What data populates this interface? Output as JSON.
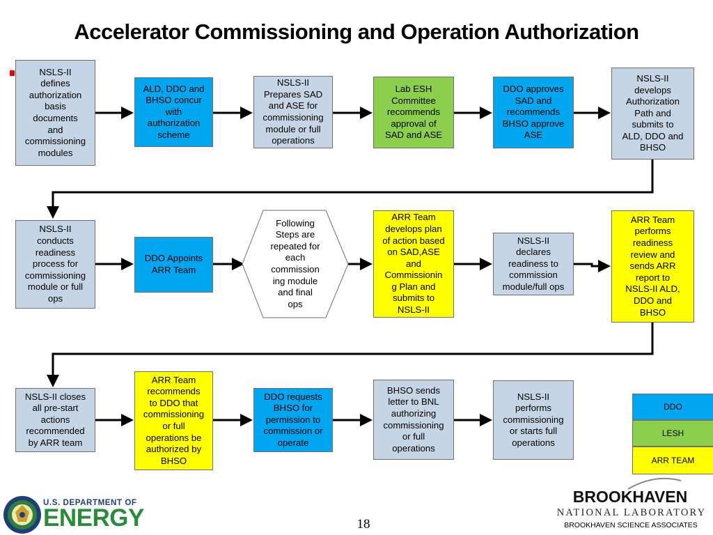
{
  "title": "Accelerator Commissioning and Operation Authorization",
  "colors": {
    "gray": "#c6d5e5",
    "blue": "#00a6ef",
    "green": "#8ccf4c",
    "yellow": "#ffff00",
    "bullet": "#e00000"
  },
  "row1": [
    {
      "text": "NSLS-II\ndefines\nauthorization\nbasis\ndocuments\nand\ncommissioning\nmodules",
      "color": "gray"
    },
    {
      "text": "ALD, DDO and\nBHSO concur\nwith\nauthorization\nscheme",
      "color": "blue"
    },
    {
      "text": "NSLS-II\nPrepares SAD\nand ASE for\ncommissioning\nmodule or full\noperations",
      "color": "gray"
    },
    {
      "text": "Lab ESH\nCommittee\nrecommends\napproval of\nSAD and ASE",
      "color": "green"
    },
    {
      "text": "DDO approves\nSAD and\nrecommends\nBHSO approve\nASE",
      "color": "blue"
    },
    {
      "text": "NSLS-II\ndevelops\nAuthorization\nPath and\nsubmits to\nALD, DDO and\nBHSO",
      "color": "gray"
    }
  ],
  "row2": [
    {
      "text": "NSLS-II\nconducts\nreadiness\nprocess for\ncommissioning\nmodule or full\nops",
      "color": "gray"
    },
    {
      "text": "DDO Appoints\nARR Team",
      "color": "blue"
    },
    {
      "text": "Following\nSteps are\nrepeated for\neach\ncommission\ning module\nand final\nops",
      "color": "white"
    },
    {
      "text": "ARR Team\ndevelops plan\nof action based\non SAD,ASE\nand\nCommissionin\ng Plan and\nsubmits to\nNSLS-II",
      "color": "yellow"
    },
    {
      "text": "NSLS-II\ndeclares\nreadiness to\ncommission\nmodule/full ops",
      "color": "gray"
    },
    {
      "text": "ARR Team\nperforms\nreadiness\nreview and\nsends ARR\nreport to\nNSLS-II ALD,\nDDO and\nBHSO",
      "color": "yellow"
    }
  ],
  "row3": [
    {
      "text": "NSLS-II closes\nall pre-start\nactions\nrecommended\nby ARR team",
      "color": "gray"
    },
    {
      "text": "ARR Team\nrecommends\nto DDO that\ncommissioning\nor full\noperations be\nauthorized by\nBHSO",
      "color": "yellow"
    },
    {
      "text": "DDO requests\nBHSO for\npermission to\ncommission or\noperate",
      "color": "blue"
    },
    {
      "text": "BHSO sends\nletter to BNL\nauthorizing\ncommissioning\nor full\noperations",
      "color": "gray"
    },
    {
      "text": "NSLS-II\nperforms\ncommissioning\nor starts full\noperations",
      "color": "gray"
    }
  ],
  "legend": [
    {
      "label": "DDO",
      "color": "blue"
    },
    {
      "label": "LESH",
      "color": "green"
    },
    {
      "label": "ARR TEAM",
      "color": "yellow"
    }
  ],
  "footer": {
    "doe_line1": "U.S. DEPARTMENT OF",
    "doe_line2": "ENERGY",
    "page_number": "18",
    "bnl_name": "BROOKHAVEN",
    "bnl_sub": "NATIONAL LABORATORY",
    "bnl_assoc": "BROOKHAVEN SCIENCE ASSOCIATES"
  }
}
